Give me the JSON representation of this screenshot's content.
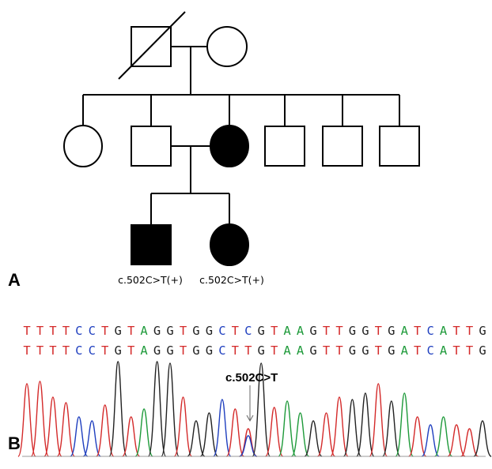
{
  "panel_a": {
    "label": "A",
    "genotypes": [
      "c.502C>T(+)",
      "c.502C>T(+)"
    ]
  },
  "panel_b": {
    "label": "B",
    "sequences": [
      "TTTTCCTGTAGGTGGCTCGTAAGTTGGTGATCATTG",
      "TTTTCCTGTAGGTGGCTTGTAAGTTGGTGATCATTG"
    ],
    "mutation_label": "c.502C>T"
  },
  "base_colors": {
    "A": "#1e9a3a",
    "C": "#1f3fbf",
    "G": "#222222",
    "T": "#d42a2a"
  }
}
